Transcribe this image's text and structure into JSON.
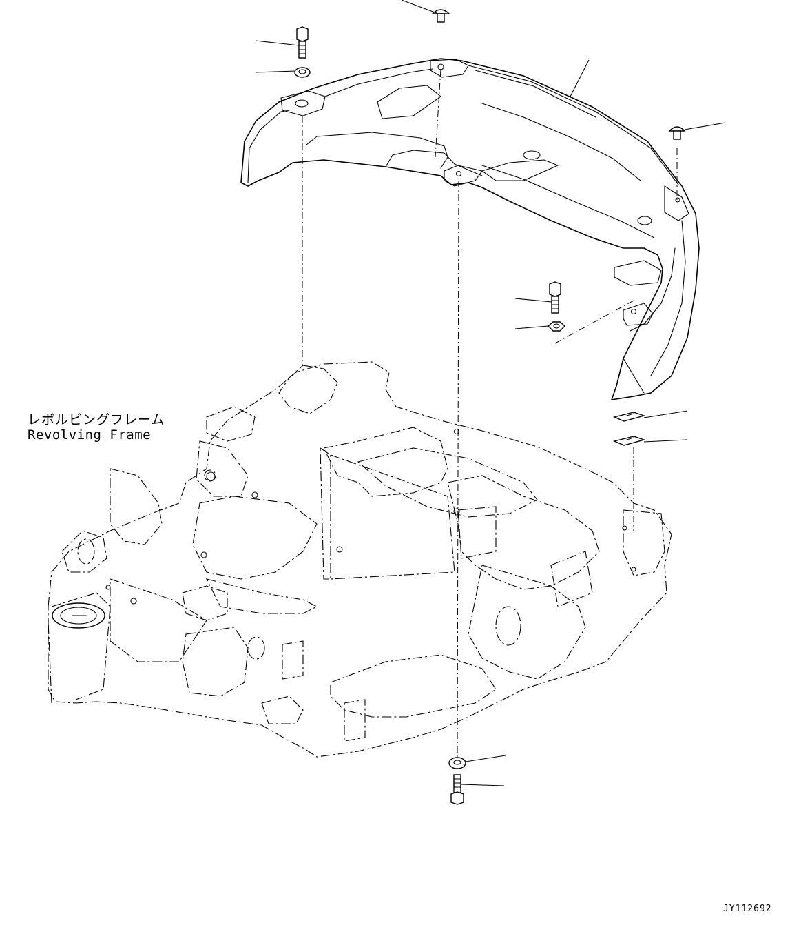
{
  "labels": {
    "frame_jp": "レボルビングフレーム",
    "frame_en": "Revolving Frame",
    "drawing_id": "JY112692"
  },
  "parts": [
    {
      "name": "counterweight-cover",
      "kind": "cover"
    },
    {
      "name": "top-flat-bolt",
      "kind": "bolt"
    },
    {
      "name": "left-bolt",
      "kind": "bolt"
    },
    {
      "name": "left-washer",
      "kind": "washer"
    },
    {
      "name": "right-flat-bolt",
      "kind": "bolt"
    },
    {
      "name": "mid-bolt",
      "kind": "bolt"
    },
    {
      "name": "mid-nut",
      "kind": "nut"
    },
    {
      "name": "shim-1",
      "kind": "shim"
    },
    {
      "name": "shim-2",
      "kind": "shim"
    },
    {
      "name": "bottom-washer",
      "kind": "washer"
    },
    {
      "name": "bottom-bolt",
      "kind": "bolt"
    }
  ]
}
